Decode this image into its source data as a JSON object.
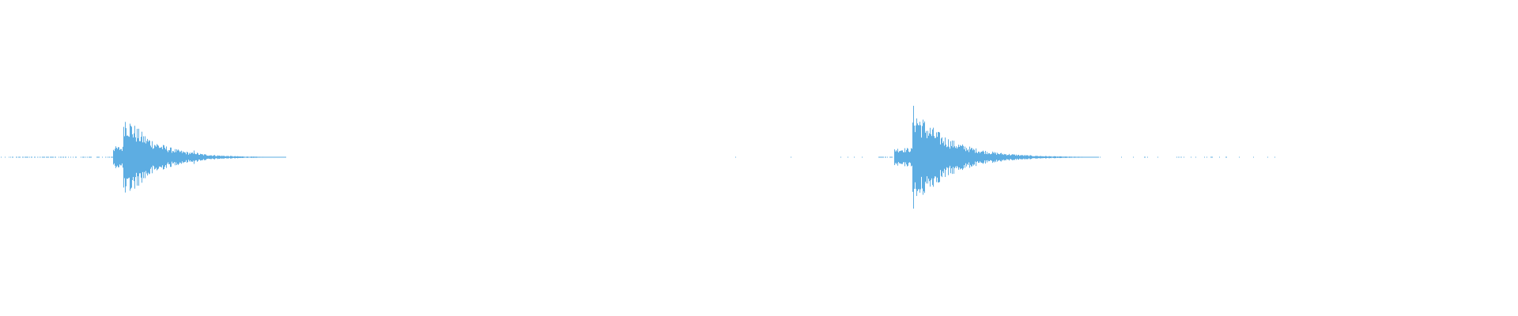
{
  "waveform": {
    "color": "#5dade2",
    "background": "#ffffff",
    "bursts": [
      {
        "peak_amplitude": 0.3,
        "pre_onset_amplitude": 0.07
      },
      {
        "peak_amplitude": 0.34,
        "pre_onset_amplitude": 0.06
      }
    ]
  }
}
